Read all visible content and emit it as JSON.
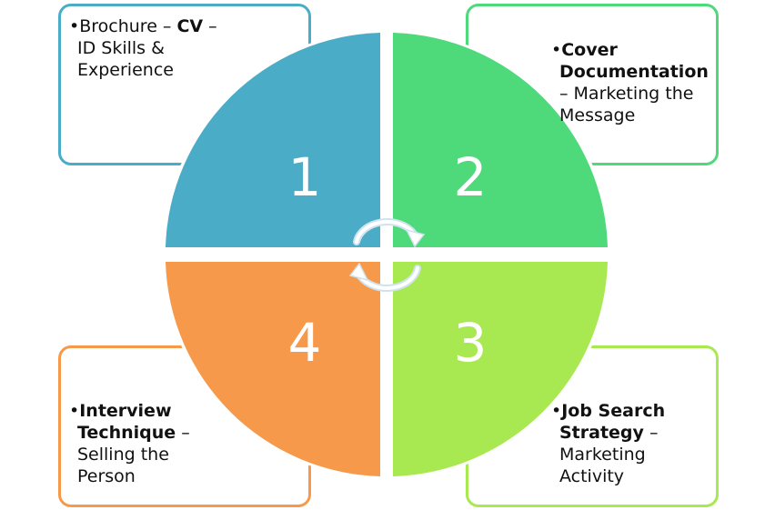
{
  "colors": {
    "q1": "#4aacc6",
    "q2": "#4ed97a",
    "q3": "#a8e851",
    "q4": "#f6994a"
  },
  "boxes": {
    "b1": {
      "bullet": "•",
      "bold_pre": "",
      "text_pre": "Brochure – ",
      "bold": "CV",
      "text_post": " –",
      "line2": "ID Skills &",
      "line3": "Experience"
    },
    "b2": {
      "bullet": "•",
      "bold1": "Cover",
      "bold2": "Documentation",
      "line3": "– Marketing the",
      "line4": "Message"
    },
    "b3": {
      "bullet": "•",
      "bold1": "Job Search",
      "bold2": "Strategy",
      "tail2": " –",
      "line3": "Marketing",
      "line4": "Activity"
    },
    "b4": {
      "bullet": "•",
      "bold1": "Interview",
      "bold2": "Technique",
      "tail2": " –",
      "line3": "Selling the",
      "line4": "Person"
    }
  },
  "quadrants": {
    "q1": "1",
    "q2": "2",
    "q3": "3",
    "q4": "4"
  },
  "icons": {
    "center": "cycle-arrows-icon"
  }
}
